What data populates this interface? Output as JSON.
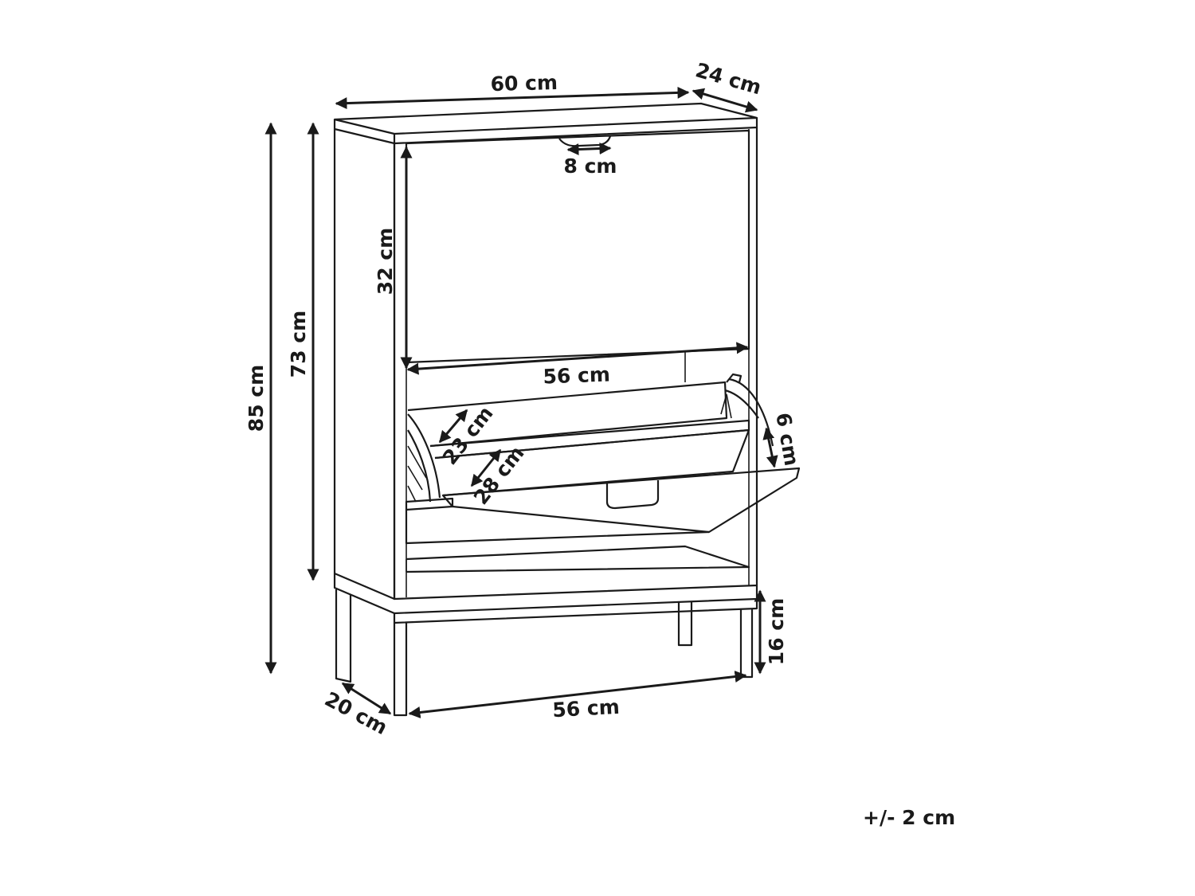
{
  "dimensions": {
    "width_top": "60 cm",
    "depth_top": "24 cm",
    "handle_width": "8 cm",
    "height_total": "85 cm",
    "height_body": "73 cm",
    "top_compartment_height": "32 cm",
    "inner_width": "56 cm",
    "shelf_depth_upper": "23 cm",
    "shelf_depth_lower": "28 cm",
    "flap_gap": "6 cm",
    "leg_height": "16 cm",
    "leg_depth": "20 cm",
    "leg_span_width": "56 cm"
  },
  "tolerance_note": "+/- 2 cm",
  "colors": {
    "ink": "#1a1a1a",
    "background": "#ffffff"
  }
}
